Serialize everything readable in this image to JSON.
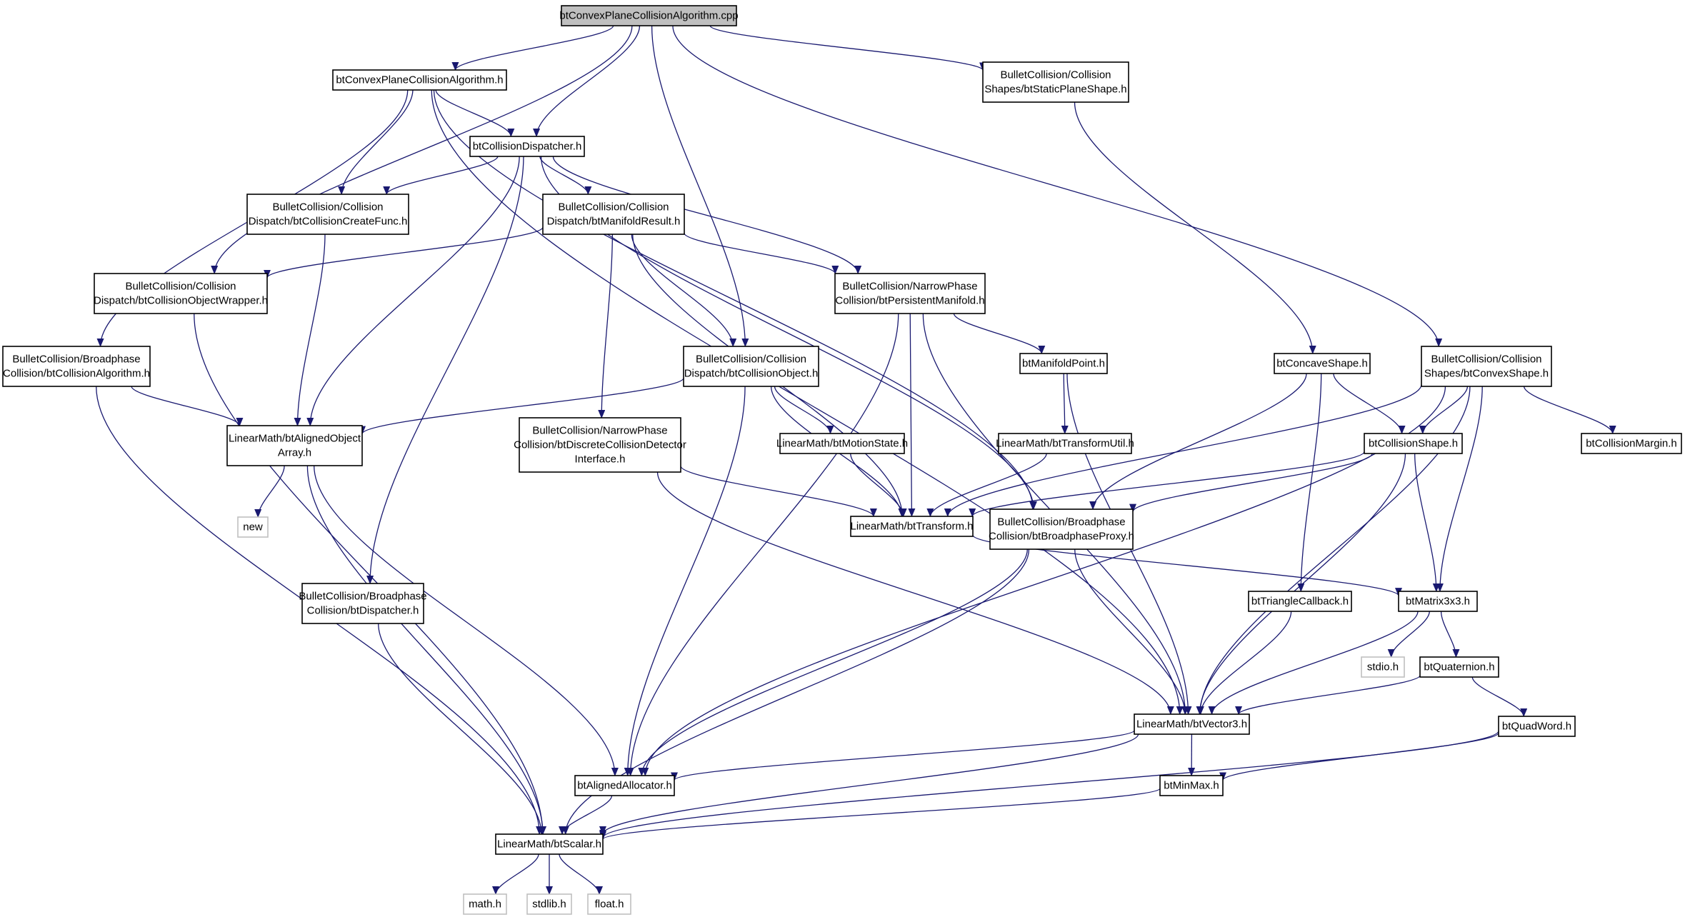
{
  "edge_color": "#191970",
  "root_fill": "#bfbfbf",
  "external_border": "#bfbfbf",
  "nodes": {
    "n_root": {
      "lines": [
        "btConvexPlaneCollisionAlgorithm.cpp"
      ],
      "kind": "root"
    },
    "n_cpcah": {
      "lines": [
        "btConvexPlaneCollisionAlgorithm.h"
      ]
    },
    "n_spsh": {
      "lines": [
        "BulletCollision/Collision",
        "Shapes/btStaticPlaneShape.h"
      ]
    },
    "n_cd": {
      "lines": [
        "btCollisionDispatcher.h"
      ]
    },
    "n_ccf": {
      "lines": [
        "BulletCollision/Collision",
        "Dispatch/btCollisionCreateFunc.h"
      ]
    },
    "n_mr": {
      "lines": [
        "BulletCollision/Collision",
        "Dispatch/btManifoldResult.h"
      ]
    },
    "n_cow": {
      "lines": [
        "BulletCollision/Collision",
        "Dispatch/btCollisionObjectWrapper.h"
      ]
    },
    "n_pm": {
      "lines": [
        "BulletCollision/NarrowPhase",
        "Collision/btPersistentManifold.h"
      ]
    },
    "n_ca": {
      "lines": [
        "BulletCollision/Broadphase",
        "Collision/btCollisionAlgorithm.h"
      ]
    },
    "n_co": {
      "lines": [
        "BulletCollision/Collision",
        "Dispatch/btCollisionObject.h"
      ]
    },
    "n_mp": {
      "lines": [
        "btManifoldPoint.h"
      ]
    },
    "n_cs": {
      "lines": [
        "btConcaveShape.h"
      ]
    },
    "n_cvs": {
      "lines": [
        "BulletCollision/Collision",
        "Shapes/btConvexShape.h"
      ]
    },
    "n_aoa": {
      "lines": [
        "LinearMath/btAlignedObject",
        "Array.h"
      ]
    },
    "n_dcdi": {
      "lines": [
        "BulletCollision/NarrowPhase",
        "Collision/btDiscreteCollisionDetector",
        "Interface.h"
      ]
    },
    "n_ms": {
      "lines": [
        "LinearMath/btMotionState.h"
      ]
    },
    "n_tu": {
      "lines": [
        "LinearMath/btTransformUtil.h"
      ]
    },
    "n_csh": {
      "lines": [
        "btCollisionShape.h"
      ]
    },
    "n_cm": {
      "lines": [
        "btCollisionMargin.h"
      ]
    },
    "n_new": {
      "lines": [
        "new"
      ],
      "kind": "ext"
    },
    "n_tr": {
      "lines": [
        "LinearMath/btTransform.h"
      ]
    },
    "n_bp": {
      "lines": [
        "BulletCollision/Broadphase",
        "Collision/btBroadphaseProxy.h"
      ]
    },
    "n_disp": {
      "lines": [
        "BulletCollision/Broadphase",
        "Collision/btDispatcher.h"
      ]
    },
    "n_tc": {
      "lines": [
        "btTriangleCallback.h"
      ]
    },
    "n_m3": {
      "lines": [
        "btMatrix3x3.h"
      ]
    },
    "n_stdio": {
      "lines": [
        "stdio.h"
      ],
      "kind": "ext"
    },
    "n_q": {
      "lines": [
        "btQuaternion.h"
      ]
    },
    "n_v3": {
      "lines": [
        "LinearMath/btVector3.h"
      ]
    },
    "n_qw": {
      "lines": [
        "btQuadWord.h"
      ]
    },
    "n_aa": {
      "lines": [
        "btAlignedAllocator.h"
      ]
    },
    "n_mm": {
      "lines": [
        "btMinMax.h"
      ]
    },
    "n_sc": {
      "lines": [
        "LinearMath/btScalar.h"
      ]
    },
    "n_math": {
      "lines": [
        "math.h"
      ],
      "kind": "ext"
    },
    "n_stdlib": {
      "lines": [
        "stdlib.h"
      ],
      "kind": "ext"
    },
    "n_float": {
      "lines": [
        "float.h"
      ],
      "kind": "ext"
    }
  },
  "edges": [
    [
      "n_root",
      "n_cpcah"
    ],
    [
      "n_root",
      "n_cd"
    ],
    [
      "n_root",
      "n_spsh"
    ],
    [
      "n_root",
      "n_cow"
    ],
    [
      "n_root",
      "n_co"
    ],
    [
      "n_root",
      "n_cvs"
    ],
    [
      "n_cpcah",
      "n_ca"
    ],
    [
      "n_cpcah",
      "n_cd"
    ],
    [
      "n_cpcah",
      "n_ccf"
    ],
    [
      "n_cpcah",
      "n_bp"
    ],
    [
      "n_cpcah",
      "n_v3"
    ],
    [
      "n_spsh",
      "n_cs"
    ],
    [
      "n_cd",
      "n_ccf"
    ],
    [
      "n_cd",
      "n_mr"
    ],
    [
      "n_cd",
      "n_pm"
    ],
    [
      "n_cd",
      "n_aoa"
    ],
    [
      "n_cd",
      "n_disp"
    ],
    [
      "n_cd",
      "n_bp"
    ],
    [
      "n_ccf",
      "n_aoa"
    ],
    [
      "n_mr",
      "n_cow"
    ],
    [
      "n_mr",
      "n_pm"
    ],
    [
      "n_mr",
      "n_co"
    ],
    [
      "n_mr",
      "n_dcdi"
    ],
    [
      "n_mr",
      "n_tr"
    ],
    [
      "n_cow",
      "n_sc"
    ],
    [
      "n_pm",
      "n_mp"
    ],
    [
      "n_pm",
      "n_tr"
    ],
    [
      "n_pm",
      "n_aa"
    ],
    [
      "n_pm",
      "n_v3"
    ],
    [
      "n_ca",
      "n_aoa"
    ],
    [
      "n_ca",
      "n_sc"
    ],
    [
      "n_co",
      "n_aoa"
    ],
    [
      "n_co",
      "n_ms"
    ],
    [
      "n_co",
      "n_tr"
    ],
    [
      "n_co",
      "n_aa"
    ],
    [
      "n_mp",
      "n_tu"
    ],
    [
      "n_mp",
      "n_v3"
    ],
    [
      "n_cs",
      "n_csh"
    ],
    [
      "n_cs",
      "n_tc"
    ],
    [
      "n_cs",
      "n_bp"
    ],
    [
      "n_cvs",
      "n_csh"
    ],
    [
      "n_cvs",
      "n_cm"
    ],
    [
      "n_cvs",
      "n_m3"
    ],
    [
      "n_cvs",
      "n_tr"
    ],
    [
      "n_cvs",
      "n_v3"
    ],
    [
      "n_cvs",
      "n_aa"
    ],
    [
      "n_aoa",
      "n_new"
    ],
    [
      "n_aoa",
      "n_aa"
    ],
    [
      "n_aoa",
      "n_sc"
    ],
    [
      "n_dcdi",
      "n_tr"
    ],
    [
      "n_dcdi",
      "n_v3"
    ],
    [
      "n_ms",
      "n_tr"
    ],
    [
      "n_tu",
      "n_tr"
    ],
    [
      "n_csh",
      "n_tr"
    ],
    [
      "n_csh",
      "n_bp"
    ],
    [
      "n_csh",
      "n_m3"
    ],
    [
      "n_csh",
      "n_v3"
    ],
    [
      "n_tr",
      "n_m3"
    ],
    [
      "n_bp",
      "n_v3"
    ],
    [
      "n_bp",
      "n_aa"
    ],
    [
      "n_bp",
      "n_sc"
    ],
    [
      "n_disp",
      "n_sc"
    ],
    [
      "n_tc",
      "n_v3"
    ],
    [
      "n_m3",
      "n_v3"
    ],
    [
      "n_m3",
      "n_q"
    ],
    [
      "n_m3",
      "n_stdio"
    ],
    [
      "n_q",
      "n_qw"
    ],
    [
      "n_q",
      "n_v3"
    ],
    [
      "n_v3",
      "n_mm"
    ],
    [
      "n_v3",
      "n_aa"
    ],
    [
      "n_v3",
      "n_sc"
    ],
    [
      "n_qw",
      "n_mm"
    ],
    [
      "n_qw",
      "n_sc"
    ],
    [
      "n_aa",
      "n_sc"
    ],
    [
      "n_mm",
      "n_sc"
    ],
    [
      "n_sc",
      "n_math"
    ],
    [
      "n_sc",
      "n_stdlib"
    ],
    [
      "n_sc",
      "n_float"
    ]
  ]
}
